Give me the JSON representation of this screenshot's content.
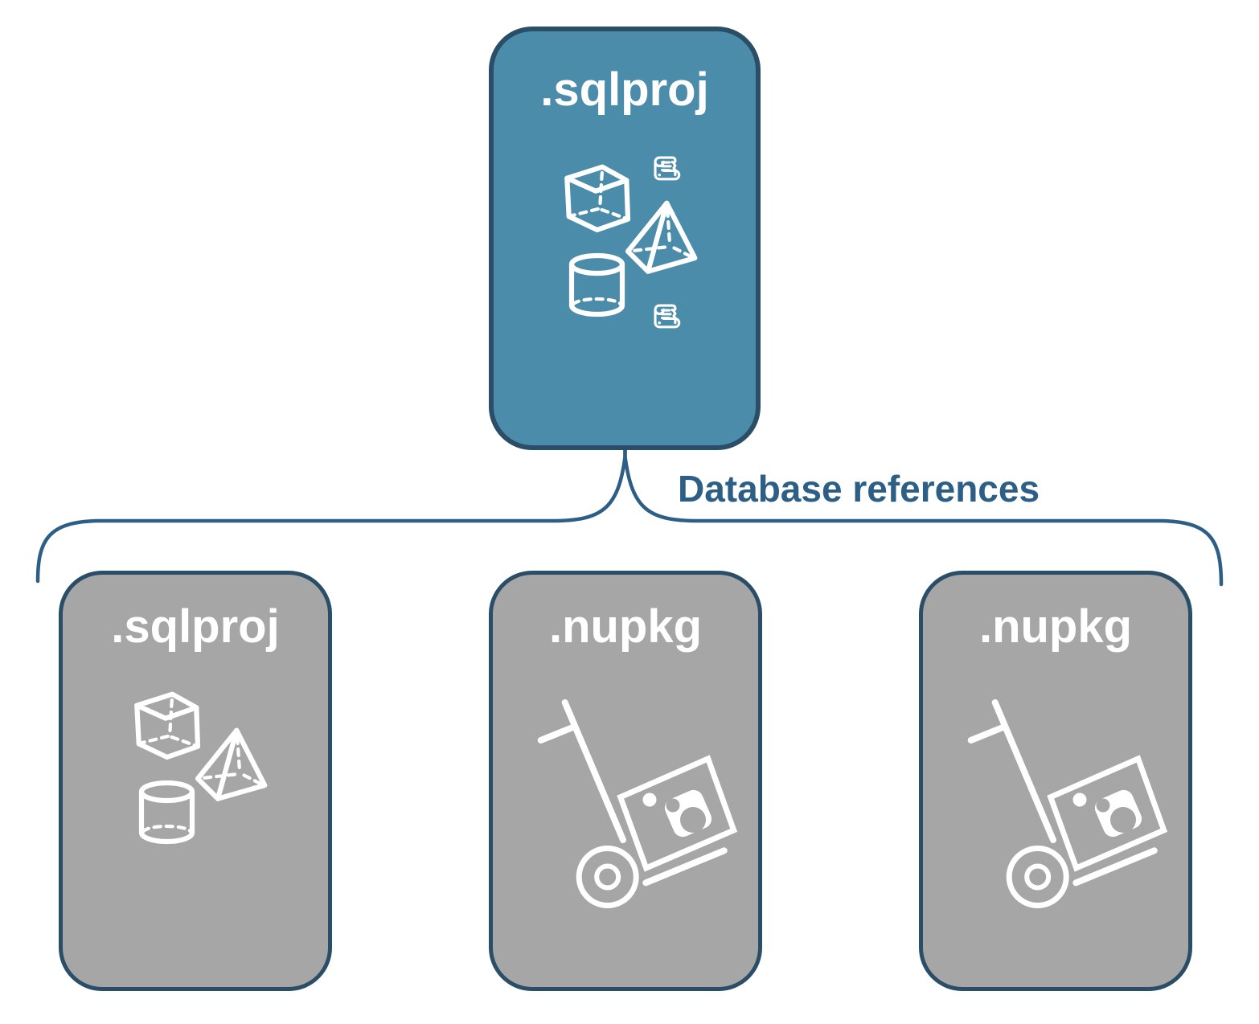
{
  "diagram": {
    "parent_box": {
      "label": ".sqlproj",
      "icons": [
        "scroll-icon",
        "cube-icon",
        "pyramid-icon",
        "cylinder-icon",
        "scroll-icon"
      ]
    },
    "connector": {
      "label": "Database references",
      "shape": "curly-brace"
    },
    "child_boxes": [
      {
        "label": ".sqlproj",
        "icons": [
          "cube-icon",
          "pyramid-icon",
          "cylinder-icon"
        ]
      },
      {
        "label": ".nupkg",
        "icons": [
          "hand-truck-icon",
          "nuget-package-icon"
        ]
      },
      {
        "label": ".nupkg",
        "icons": [
          "hand-truck-icon",
          "nuget-package-icon"
        ]
      }
    ],
    "colors": {
      "background": "#ffffff",
      "parent_fill": "#4a8caa",
      "child_fill": "#a6a6a6",
      "box_border": "#2a4d68",
      "brace_stroke": "#2d5f86",
      "connector_label_text": "#2d5f86",
      "icon_color": "#ffffff",
      "box_label_text": "#ffffff"
    }
  }
}
